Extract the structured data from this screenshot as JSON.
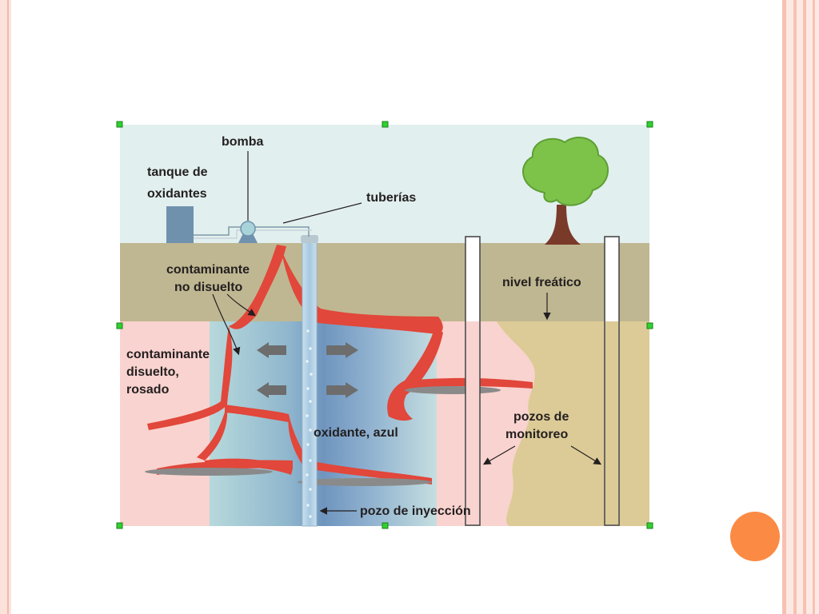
{
  "diagram": {
    "labels": {
      "bomba": "bomba",
      "tanque_line1": "tanque de",
      "tanque_line2": "oxidantes",
      "tuberias": "tuberías",
      "contaminante_no_disuelto_line1": "contaminante",
      "contaminante_no_disuelto_line2": "no disuelto",
      "contaminante_disuelto_line1": "contaminante",
      "contaminante_disuelto_line2": "disuelto,",
      "contaminante_disuelto_line3": "rosado",
      "nivel_freatico": "nivel freático",
      "pozos_line1": "pozos de",
      "pozos_line2": "monitoreo",
      "oxidante": "oxidante, azul",
      "pozo_inyeccion": "pozo de inyección"
    },
    "colors": {
      "sky": "#e1efee",
      "unsaturated_soil": "#bfb791",
      "dissolved_contaminant_pink": "#f9d3cf",
      "saturated_soil": "#dccb97",
      "oxidant_blue": "#8cb4c9",
      "contaminant_red": "#e1473a",
      "tree_green": "#7dc34a",
      "trunk_brown": "#7a3a2a",
      "tank": "#6f91ad"
    }
  },
  "slide": {
    "accent_circle_color": "#fb8b44",
    "frame_color": "#f3b9a8"
  }
}
